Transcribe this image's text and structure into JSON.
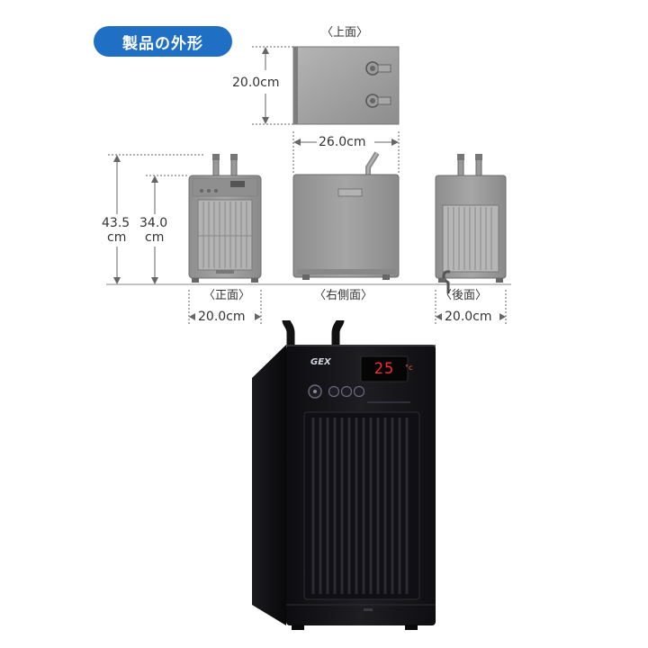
{
  "section_title": "製品の外形",
  "views": {
    "top": "〈上面〉",
    "front": "〈正面〉",
    "right_side": "〈右側面〉",
    "back": "〈後面〉"
  },
  "dimensions": {
    "top_depth": "20.0cm",
    "side_depth": "26.0cm",
    "total_height_value": "43.5",
    "total_height_unit": "cm",
    "body_height_value": "34.0",
    "body_height_unit": "cm",
    "front_width": "20.0cm",
    "back_width": "20.0cm"
  },
  "product": {
    "brand": "GEX",
    "display_value": "25",
    "display_unit": "°c"
  },
  "colors": {
    "badge": "#1f6fc4",
    "drawing_body": "#9a9a9a",
    "product_body": "#16161a",
    "led": "#ff2a2a"
  }
}
